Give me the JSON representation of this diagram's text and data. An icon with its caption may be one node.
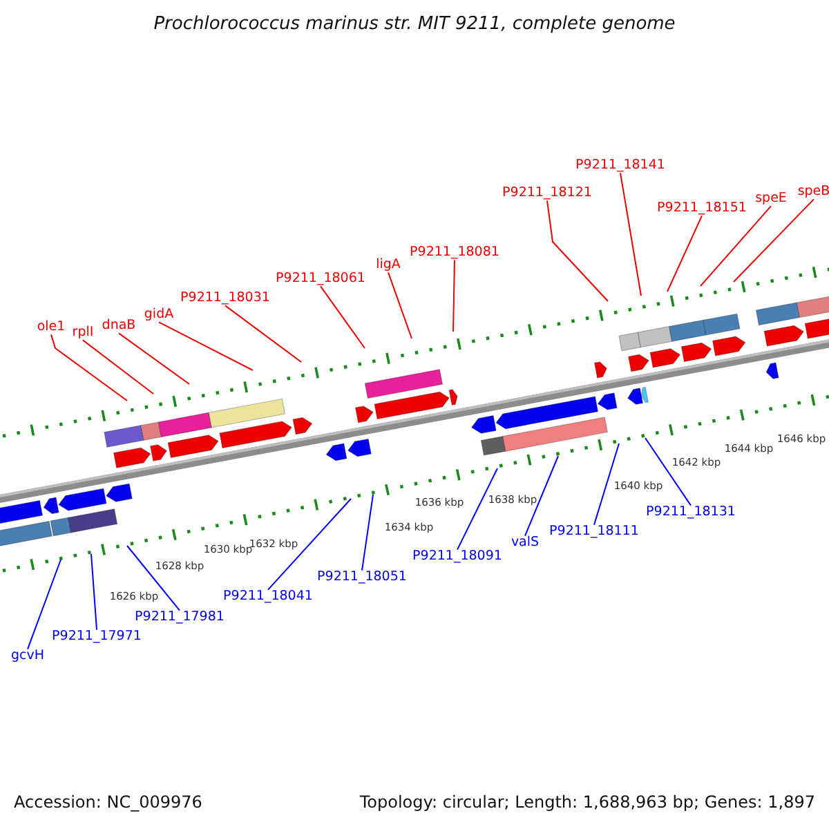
{
  "diagram": {
    "title": "Prochlorococcus marinus str. MIT 9211, complete genome",
    "nodes": [
      {
        "text": [
          "ole1"
        ]
      },
      {
        "text": [
          "rplI"
        ]
      },
      {
        "text": [
          "dnaB"
        ]
      },
      {
        "text": [
          "gidA"
        ]
      },
      {
        "text": [
          "P9211_18031"
        ]
      },
      {
        "text": [
          "P9211_18061"
        ]
      },
      {
        "text": [
          "ligA"
        ]
      },
      {
        "text": [
          "P9211_18081"
        ]
      },
      {
        "text": [
          "P9211_18121"
        ]
      },
      {
        "text": [
          "P9211_18141"
        ]
      },
      {
        "text": [
          "P9211_18151"
        ]
      },
      {
        "text": [
          "speE"
        ]
      },
      {
        "text": [
          "speB"
        ]
      },
      {
        "text": [
          "gcvH"
        ]
      },
      {
        "text": [
          "P9211_17971"
        ]
      },
      {
        "text": [
          "P9211_17981"
        ]
      },
      {
        "text": [
          "P9211_18041"
        ]
      },
      {
        "text": [
          "P9211_18051"
        ]
      },
      {
        "text": [
          "P9211_18091"
        ]
      },
      {
        "text": [
          "valS"
        ]
      },
      {
        "text": [
          "P9211_18111"
        ]
      },
      {
        "text": [
          "P9211_18131"
        ]
      }
    ],
    "edges": [
      {
        "from": 0,
        "to": null,
        "arrow": "none"
      },
      {
        "from": 1,
        "to": null,
        "arrow": "none"
      },
      {
        "from": 2,
        "to": null,
        "arrow": "none"
      },
      {
        "from": 3,
        "to": null,
        "arrow": "none"
      },
      {
        "from": 4,
        "to": null,
        "arrow": "none"
      },
      {
        "from": 5,
        "to": null,
        "arrow": "none"
      },
      {
        "from": 6,
        "to": null,
        "arrow": "none"
      },
      {
        "from": 7,
        "to": null,
        "arrow": "none"
      },
      {
        "from": 8,
        "to": null,
        "arrow": "none"
      },
      {
        "from": 9,
        "to": null,
        "arrow": "none"
      },
      {
        "from": 10,
        "to": null,
        "arrow": "none"
      },
      {
        "from": 11,
        "to": null,
        "arrow": "none"
      },
      {
        "from": 12,
        "to": null,
        "arrow": "none"
      },
      {
        "from": 13,
        "to": null,
        "arrow": "none",
        "color": "#0000ff"
      },
      {
        "from": 14,
        "to": null,
        "arrow": "none",
        "color": "#0000ff"
      },
      {
        "from": 15,
        "to": null,
        "arrow": "none",
        "color": "#0000ff"
      },
      {
        "from": 16,
        "to": null,
        "arrow": "none",
        "color": "#0000ff"
      },
      {
        "from": 17,
        "to": null,
        "arrow": "none",
        "color": "#0000ff"
      },
      {
        "from": 18,
        "to": null,
        "arrow": "none",
        "color": "#0000ff"
      },
      {
        "from": 19,
        "to": null,
        "arrow": "none",
        "color": "#0000ff"
      },
      {
        "from": 20,
        "to": null,
        "arrow": "none",
        "color": "#0000ff"
      },
      {
        "from": 21,
        "to": null,
        "arrow": "none",
        "color": "#0000ff"
      }
    ],
    "labels": [
      "1626 kbp",
      "1628 kbp",
      "1630 kbp",
      "1632 kbp",
      "1634 kbp",
      "1636 kbp",
      "1638 kbp",
      "1640 kbp",
      "1642 kbp",
      "1644 kbp",
      "1646 kbp",
      "Accession: NC_009976",
      "Topology: circular; Length: 1,688,963 bp; Genes: 1,897"
    ]
  }
}
